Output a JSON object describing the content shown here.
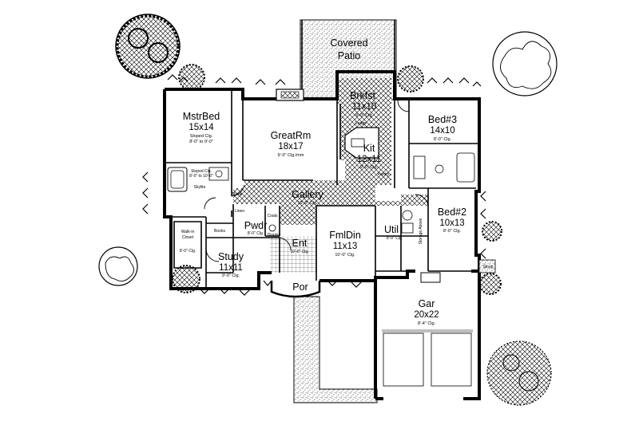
{
  "plan": {
    "rooms": {
      "patio": {
        "name_line1": "Covered",
        "name_line2": "Patio"
      },
      "brkfst": {
        "name": "Brkfst",
        "size": "11x10",
        "ceiling": "9'-0\" Clg."
      },
      "bed3": {
        "name": "Bed#3",
        "size": "14x10",
        "ceiling": "8'-0\" Clg."
      },
      "mstr": {
        "name": "MstrBed",
        "size": "15x14",
        "ceiling_line1": "Sloped Clg.",
        "ceiling_line2": "8'-0\" to 9'-0\""
      },
      "great": {
        "name": "GreatRm",
        "size": "18x17",
        "ceiling": "9'-0\" Clg./mm"
      },
      "kit": {
        "name": "Kit",
        "size": "12x11",
        "ceiling": "9'-0\" Clg."
      },
      "gallery": {
        "name": "Gallery",
        "ceiling": "10'-0\" Clg."
      },
      "bed2": {
        "name": "Bed#2",
        "size": "10x13",
        "ceiling": "8'-0\" Clg."
      },
      "pwdr": {
        "name": "Pwdr",
        "ceiling": "8'-0\" Clg."
      },
      "ent": {
        "name": "Ent",
        "ceiling": "10'-0\" Clg."
      },
      "fmldin": {
        "name": "FmlDin",
        "size": "11x13",
        "ceiling": "10'-0\" Clg."
      },
      "util": {
        "name": "Util",
        "ceiling": "8'-0\" Clg."
      },
      "study": {
        "name": "Study",
        "size": "11x11",
        "ceiling": "9'-0\" Clg."
      },
      "por": {
        "name": "Por"
      },
      "gar": {
        "name": "Gar",
        "size": "20x22",
        "ceiling": "8'-4\" Clg."
      },
      "closet": {
        "name_line1": "Walk-in",
        "name_line2": "Closet",
        "ceiling": "8'-0\" Clg."
      }
    },
    "notes": {
      "bath_ceiling_line1": "Sloped Clg.",
      "bath_ceiling_line2": "8'-0\" to 10'-0\"",
      "skylite": "Skylite",
      "books": "Books",
      "linen": "Linen",
      "niche": "Niche",
      "coats": "Coats",
      "display": "Display",
      "ledge": "Ledge",
      "pantry": "Pantry",
      "stoop": "Stoop",
      "storage": "Storage Above"
    }
  }
}
